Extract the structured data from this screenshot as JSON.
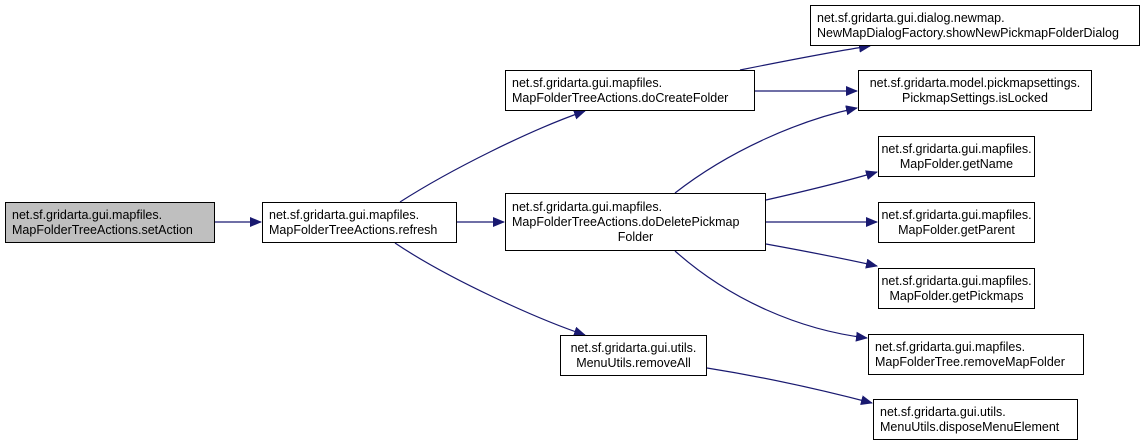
{
  "diagram": {
    "type": "call-graph",
    "colors": {
      "edge": "#191970",
      "root_fill": "#bfbfbf",
      "node_fill": "#ffffff",
      "border": "#000000"
    },
    "nodes": {
      "setAction": {
        "line1": "net.sf.gridarta.gui.mapfiles.",
        "line2": "MapFolderTreeActions.setAction",
        "highlighted": true
      },
      "refresh": {
        "line1": "net.sf.gridarta.gui.mapfiles.",
        "line2": "MapFolderTreeActions.refresh"
      },
      "doCreateFolder": {
        "line1": "net.sf.gridarta.gui.mapfiles.",
        "line2": "MapFolderTreeActions.doCreateFolder"
      },
      "doDeletePickmapFolder": {
        "line1": "net.sf.gridarta.gui.mapfiles.",
        "line2": "MapFolderTreeActions.doDeletePickmap",
        "line3": "Folder"
      },
      "removeAll": {
        "line1": "net.sf.gridarta.gui.utils.",
        "line2": "MenuUtils.removeAll"
      },
      "showNewPickmapFolderDialog": {
        "line1": "net.sf.gridarta.gui.dialog.newmap.",
        "line2": "NewMapDialogFactory.showNewPickmapFolderDialog"
      },
      "isLocked": {
        "line1": "net.sf.gridarta.model.pickmapsettings.",
        "line2": "PickmapSettings.isLocked"
      },
      "getName": {
        "line1": "net.sf.gridarta.gui.mapfiles.",
        "line2": "MapFolder.getName"
      },
      "getParent": {
        "line1": "net.sf.gridarta.gui.mapfiles.",
        "line2": "MapFolder.getParent"
      },
      "getPickmaps": {
        "line1": "net.sf.gridarta.gui.mapfiles.",
        "line2": "MapFolder.getPickmaps"
      },
      "removeMapFolder": {
        "line1": "net.sf.gridarta.gui.mapfiles.",
        "line2": "MapFolderTree.removeMapFolder"
      },
      "disposeMenuElement": {
        "line1": "net.sf.gridarta.gui.utils.",
        "line2": "MenuUtils.disposeMenuElement"
      }
    },
    "edges": [
      [
        "setAction",
        "refresh"
      ],
      [
        "refresh",
        "doCreateFolder"
      ],
      [
        "refresh",
        "doDeletePickmapFolder"
      ],
      [
        "refresh",
        "removeAll"
      ],
      [
        "doCreateFolder",
        "showNewPickmapFolderDialog"
      ],
      [
        "doCreateFolder",
        "isLocked"
      ],
      [
        "doDeletePickmapFolder",
        "isLocked"
      ],
      [
        "doDeletePickmapFolder",
        "getName"
      ],
      [
        "doDeletePickmapFolder",
        "getParent"
      ],
      [
        "doDeletePickmapFolder",
        "getPickmaps"
      ],
      [
        "doDeletePickmapFolder",
        "removeMapFolder"
      ],
      [
        "removeAll",
        "disposeMenuElement"
      ]
    ]
  }
}
